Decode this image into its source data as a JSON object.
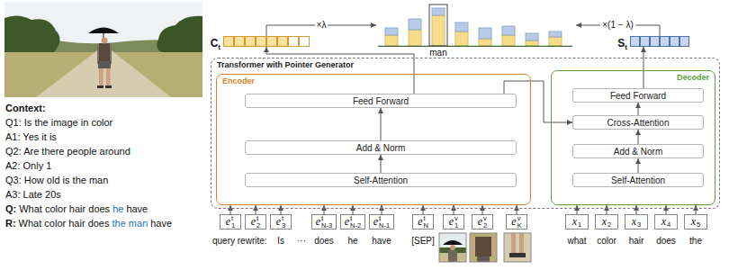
{
  "diagram": {
    "nodes": [
      {
        "text": [
          "C",
          "t"
        ]
      },
      {
        "text": [
          "man"
        ]
      },
      {
        "text": [
          "S",
          "t"
        ]
      },
      {
        "text": [
          "Transformer with Pointer Generator"
        ]
      },
      {
        "text": [
          "Encoder"
        ],
        "in": 3
      },
      {
        "text": [
          "Feed Forward"
        ],
        "in": 4
      },
      {
        "text": [
          "Add & Norm"
        ],
        "in": 4
      },
      {
        "text": [
          "Self-Attention"
        ],
        "in": 4
      },
      {
        "text": [
          "Decoder"
        ],
        "in": 3
      },
      {
        "text": [
          "Feed Forward"
        ],
        "in": 8
      },
      {
        "text": [
          "Cross-Attention"
        ],
        "in": 8
      },
      {
        "text": [
          "Add & Norm"
        ],
        "in": 8
      },
      {
        "text": [
          "Self-Attention"
        ],
        "in": 8
      },
      {
        "text": [
          "e",
          "1",
          "t"
        ]
      },
      {
        "text": [
          "e",
          "2",
          "t"
        ]
      },
      {
        "text": [
          "e",
          "3",
          "t"
        ]
      },
      {
        "text": [
          "e",
          "N-3",
          "t"
        ]
      },
      {
        "text": [
          "e",
          "N-2",
          "t"
        ]
      },
      {
        "text": [
          "e",
          "N-1",
          "t"
        ]
      },
      {
        "text": [
          "e",
          "N",
          "t"
        ]
      },
      {
        "text": [
          "e",
          "1",
          "v"
        ]
      },
      {
        "text": [
          "e",
          "2",
          "v"
        ]
      },
      {
        "text": [
          "e",
          "K",
          "v"
        ]
      },
      {
        "text": [
          "x",
          "1"
        ]
      },
      {
        "text": [
          "x",
          "2"
        ]
      },
      {
        "text": [
          "x",
          "3"
        ]
      },
      {
        "text": [
          "x",
          "4"
        ]
      },
      {
        "text": [
          "x",
          "5"
        ]
      }
    ],
    "edges": [
      {
        "from": 5,
        "to": 0,
        "arrow": "to"
      },
      {
        "from": 0,
        "to": 1,
        "label": "×λ",
        "arrow": "to"
      },
      {
        "from": 2,
        "to": 1,
        "label": "×(1 − λ)",
        "arrow": "to"
      },
      {
        "from": 5,
        "to": 10,
        "arrow": "to"
      },
      {
        "from": 9,
        "to": 2,
        "arrow": "to"
      },
      {
        "from": 7,
        "to": 6,
        "arrow": "to"
      },
      {
        "from": 6,
        "to": 5,
        "arrow": "to"
      },
      {
        "from": 12,
        "to": 11,
        "arrow": "to"
      },
      {
        "from": 11,
        "to": 10,
        "arrow": "to"
      },
      {
        "from": 10,
        "to": 9,
        "arrow": "to"
      },
      {
        "from": 13,
        "to": 4,
        "arrow": "to"
      },
      {
        "from": 14,
        "to": 4,
        "arrow": "to"
      },
      {
        "from": 15,
        "to": 4,
        "arrow": "to"
      },
      {
        "from": 16,
        "to": 4,
        "arrow": "to"
      },
      {
        "from": 17,
        "to": 4,
        "arrow": "to"
      },
      {
        "from": 18,
        "to": 4,
        "arrow": "to"
      },
      {
        "from": 19,
        "to": 4,
        "arrow": "to"
      },
      {
        "from": 20,
        "to": 4,
        "arrow": "to"
      },
      {
        "from": 21,
        "to": 4,
        "arrow": "to"
      },
      {
        "from": 22,
        "to": 4,
        "arrow": "to"
      },
      {
        "from": 23,
        "to": 8,
        "arrow": "to"
      },
      {
        "from": 24,
        "to": 8,
        "arrow": "to"
      },
      {
        "from": 25,
        "to": 8,
        "arrow": "to"
      },
      {
        "from": 26,
        "to": 8,
        "arrow": "to"
      },
      {
        "from": 27,
        "to": 8,
        "arrow": "to"
      }
    ],
    "labels": [
      "Context:",
      "Q1: Is the image in color",
      "A1: Yes it is",
      "Q2: Are there people around",
      "A2: Only 1",
      "Q3: How old is the man",
      "A3: Late 20s",
      "Q:",
      "What color hair does",
      "he",
      "have",
      "R:",
      "What color hair does",
      "the man",
      "have",
      "query rewrite:",
      "Is",
      "···",
      "does",
      "he",
      "have",
      "[SEP]",
      "what",
      "color",
      "hair",
      "does",
      "the"
    ]
  }
}
